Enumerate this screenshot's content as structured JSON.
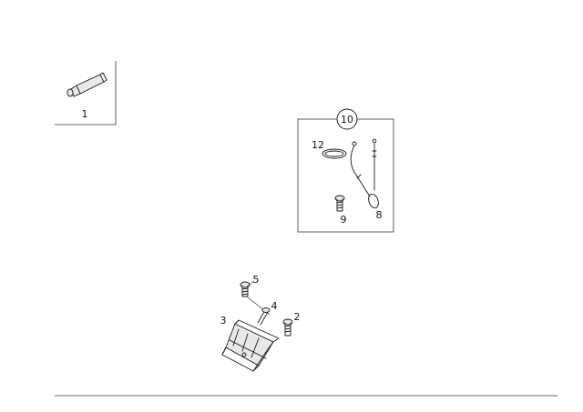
{
  "callouts": {
    "c1": "1",
    "c2": "2",
    "c3": "3",
    "c4": "4",
    "c5": "5",
    "c8": "8",
    "c9": "9",
    "c10": "10",
    "c12": "12"
  },
  "colors": {
    "line": "#1a1a1a",
    "frame": "#333333",
    "background": "#ffffff"
  }
}
